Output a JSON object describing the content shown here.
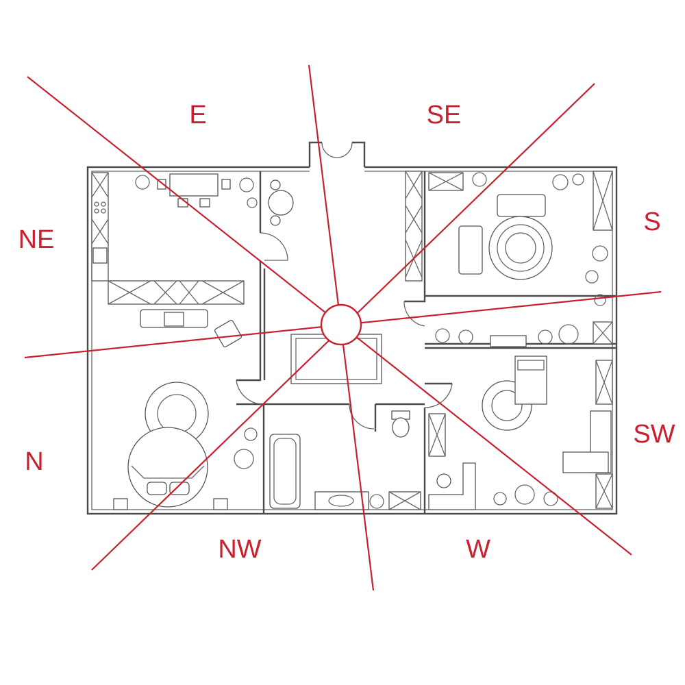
{
  "diagram": {
    "accent_color": "#c8202f",
    "line_color": "#4a4a4a",
    "directions": {
      "east": "E",
      "southeast": "SE",
      "northeast": "NE",
      "south": "S",
      "north": "N",
      "southwest": "SW",
      "northwest": "NW",
      "west": "W"
    }
  }
}
